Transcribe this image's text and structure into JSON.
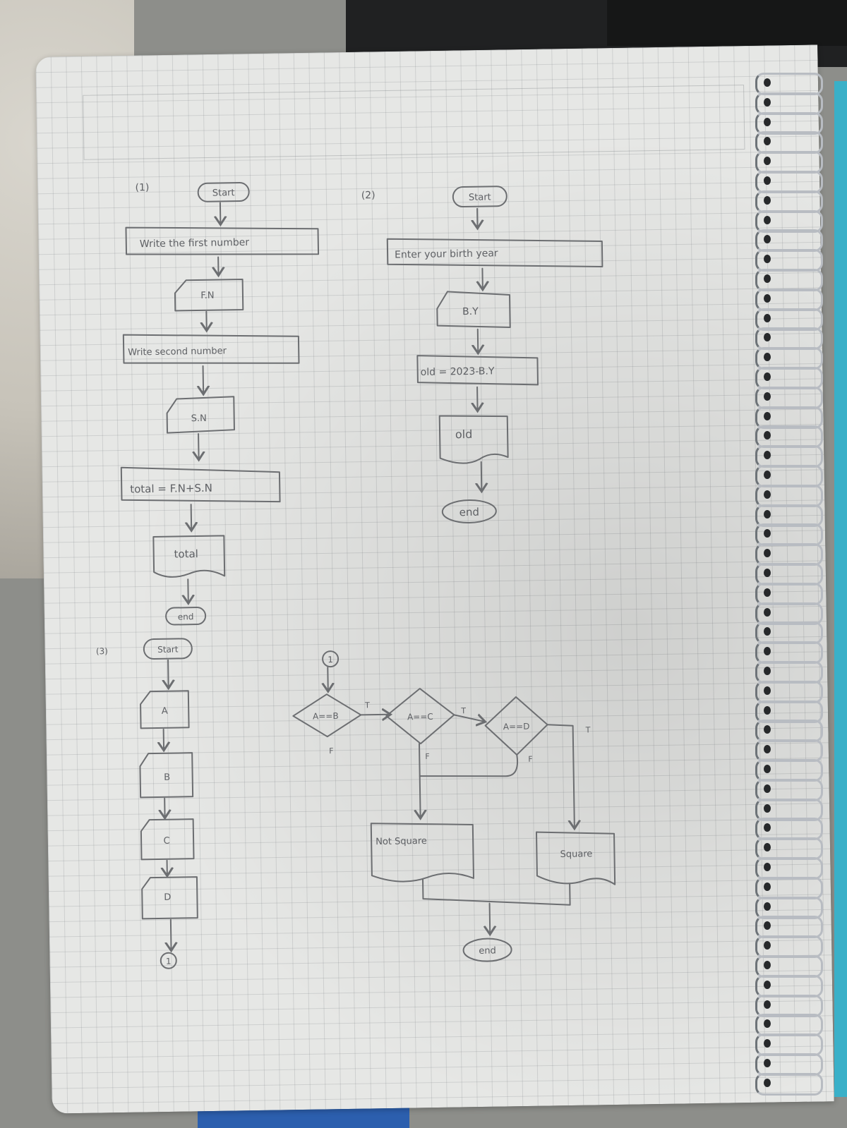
{
  "scene": {
    "colors": {
      "paper": "#e6e7e5",
      "pencil": "#6c6e71",
      "spiral_tab": "#3ab0c8",
      "desk": "#202122"
    }
  },
  "labels": {
    "fc1_number": "(1)",
    "fc1_start": "Start",
    "fc1_write_first": "Write the first  number",
    "fc1_fn": "F.N",
    "fc1_write_second": "Write second number",
    "fc1_sn": "S.N",
    "fc1_total_assign": "total = F.N+S.N",
    "fc1_total_out": "total",
    "fc1_end": "end",
    "fc2_number": "(2)",
    "fc2_start": "Start",
    "fc2_enter": "Enter your  birth  year",
    "fc2_by": "B.Y",
    "fc2_old_assign": "old = 2023-B.Y",
    "fc2_old_out": "old",
    "fc2_end": "end",
    "fc3_number": "(3)",
    "fc3_start": "Start",
    "fc3_a": "A",
    "fc3_b": "B",
    "fc3_c": "C",
    "fc3_d": "D",
    "fc3_connector_out": "1",
    "fc3_connector_in": "1",
    "fc3_cond_ab": "A==B",
    "fc3_cond_ac": "A==C",
    "fc3_cond_ad": "A==D",
    "fc3_t1": "T",
    "fc3_t2": "T",
    "fc3_t3": "T",
    "fc3_f1": "F",
    "fc3_f2": "F",
    "fc3_f3": "F",
    "fc3_not_square": "Not Square",
    "fc3_square": "Square",
    "fc3_end": "end"
  }
}
